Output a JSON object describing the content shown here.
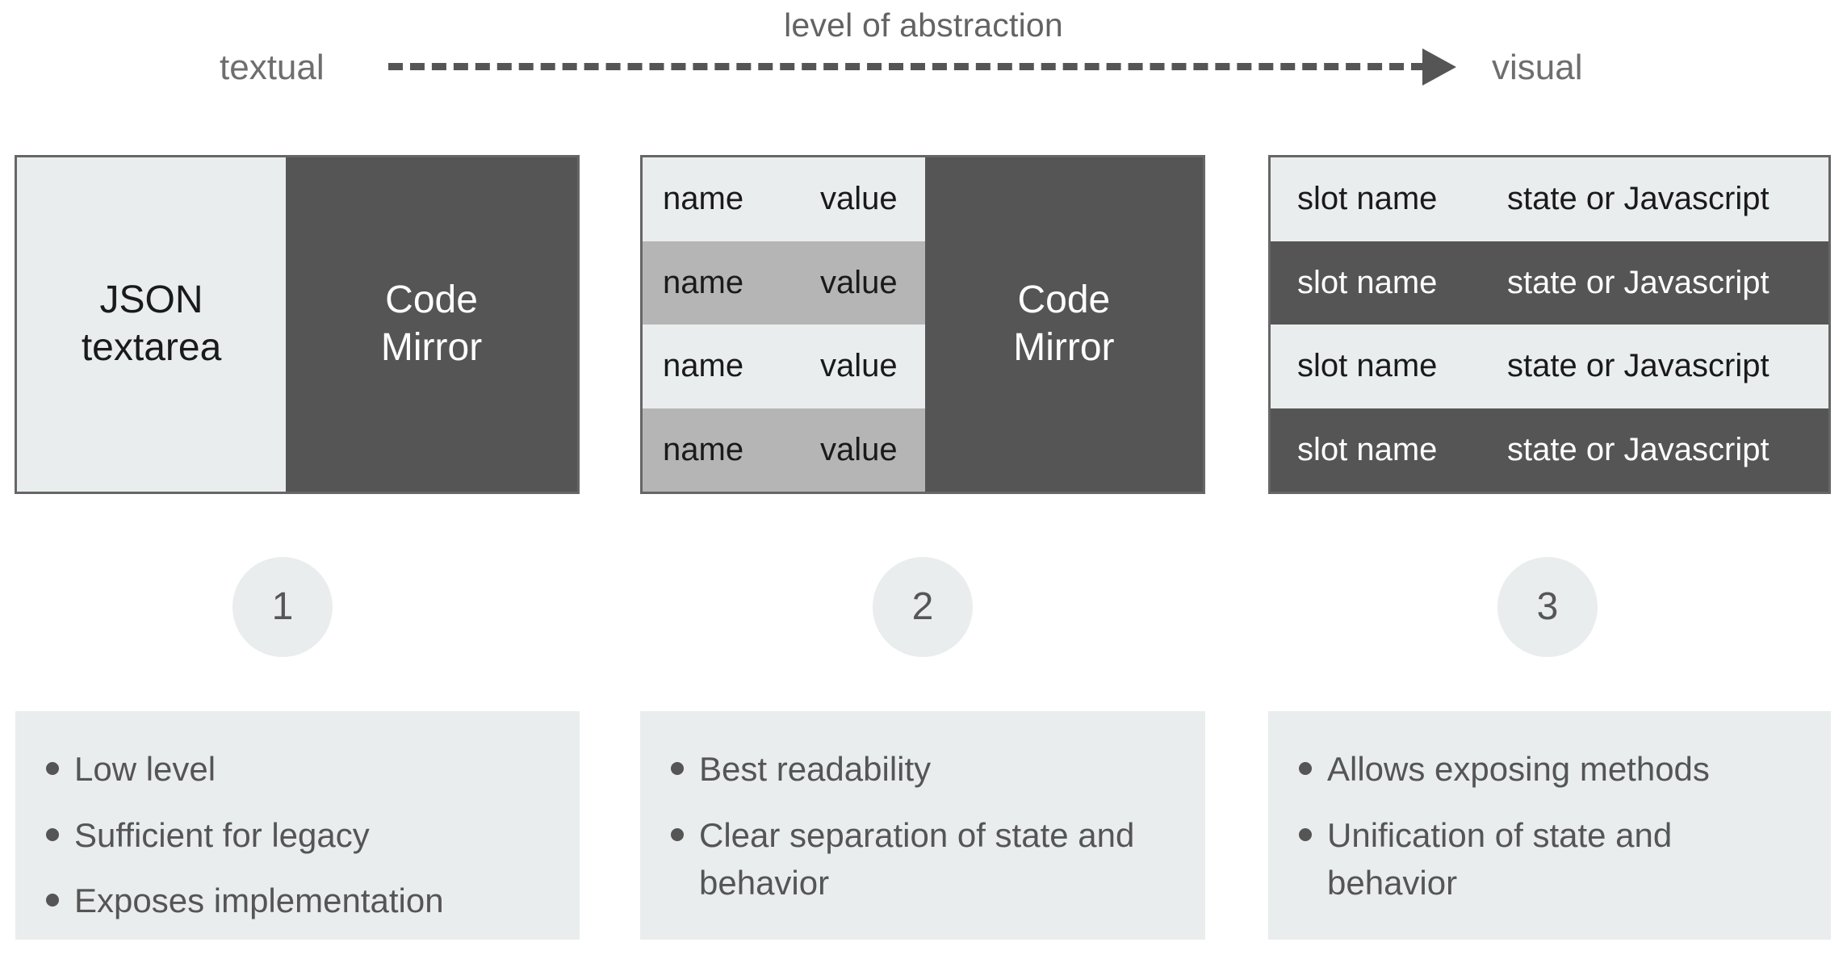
{
  "axis": {
    "caption": "level of abstraction",
    "left_label": "textual",
    "right_label": "visual",
    "arrow_icon": "arrow-right-icon",
    "line_style": "dashed"
  },
  "colors": {
    "light_fill": "#e9edee",
    "dark_fill": "#555555",
    "mid_fill": "#b5b5b5",
    "border": "#666666",
    "text_gray": "#555555",
    "text_dark": "#1a1a1a",
    "text_light": "#ffffff",
    "page_background": "#ffffff"
  },
  "panels": [
    {
      "id": 1,
      "kind": "split",
      "left": {
        "label": "JSON\ntextarea",
        "tone": "light"
      },
      "right": {
        "label": "Code\nMirror",
        "tone": "dark"
      }
    },
    {
      "id": 2,
      "kind": "table-split",
      "rows": [
        {
          "name": "name",
          "value": "value",
          "tone": "odd"
        },
        {
          "name": "name",
          "value": "value",
          "tone": "even"
        },
        {
          "name": "name",
          "value": "value",
          "tone": "odd"
        },
        {
          "name": "name",
          "value": "value",
          "tone": "even"
        }
      ],
      "right": {
        "label": "Code\nMirror",
        "tone": "dark"
      }
    },
    {
      "id": 3,
      "kind": "table-full",
      "rows": [
        {
          "name": "slot name",
          "value": "state or Javascript",
          "tone": "odd"
        },
        {
          "name": "slot name",
          "value": "state or Javascript",
          "tone": "even"
        },
        {
          "name": "slot name",
          "value": "state or Javascript",
          "tone": "odd"
        },
        {
          "name": "slot name",
          "value": "state or Javascript",
          "tone": "even"
        }
      ]
    }
  ],
  "steps": [
    {
      "number": "1"
    },
    {
      "number": "2"
    },
    {
      "number": "3"
    }
  ],
  "notes": [
    {
      "id": 1,
      "items": [
        "Low level",
        "Sufficient for legacy",
        "Exposes implementation"
      ]
    },
    {
      "id": 2,
      "items": [
        "Best readability",
        "Clear separation of state and behavior"
      ]
    },
    {
      "id": 3,
      "items": [
        "Allows exposing methods",
        "Unification of state and behavior"
      ]
    }
  ]
}
